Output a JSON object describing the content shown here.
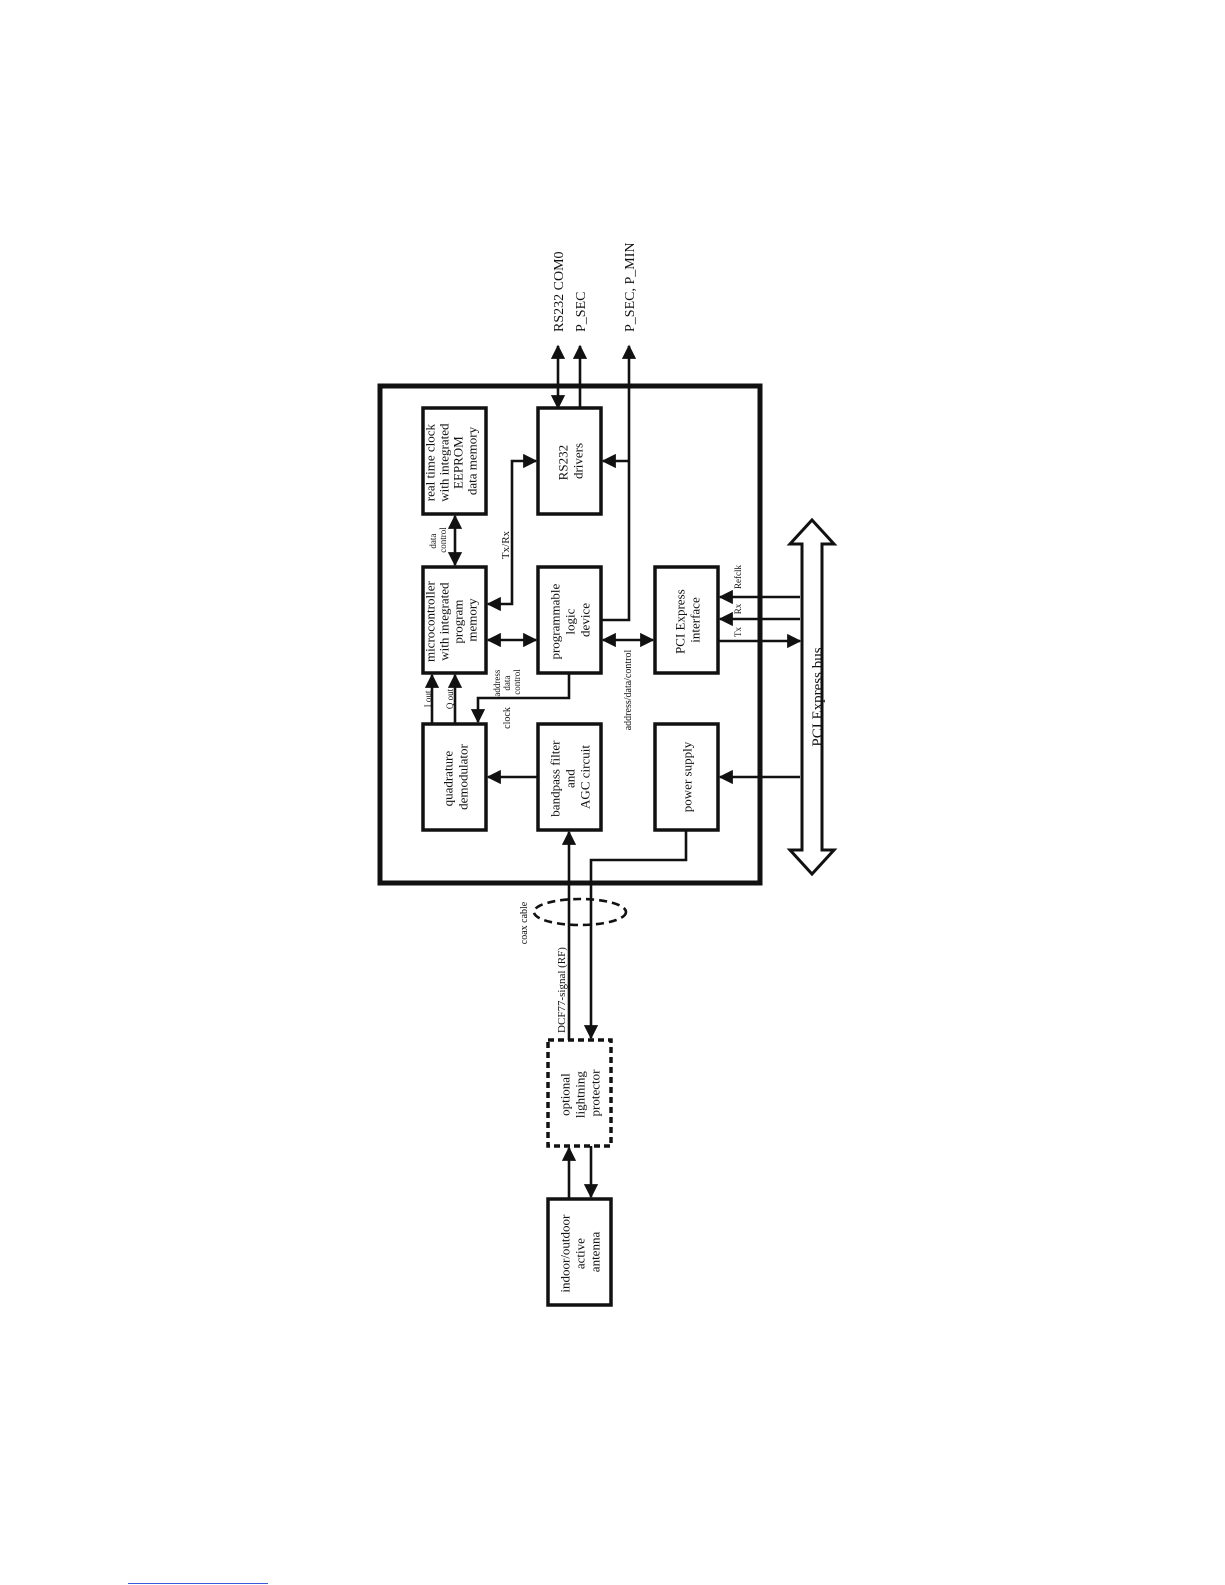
{
  "colors": {
    "ink": "#111111",
    "background": "#ffffff",
    "footer_rule": "#3b5bdb"
  },
  "blocks": {
    "rtc": [
      "real time clock",
      "with integrated",
      "EEPROM",
      "data memory"
    ],
    "rs232_drivers": [
      "RS232",
      "drivers"
    ],
    "microcontroller": [
      "microcontroller",
      "with integrated",
      "program",
      "memory"
    ],
    "pld": [
      "programmable",
      "logic",
      "device"
    ],
    "pcie_interface": [
      "PCI Express",
      "interface"
    ],
    "quadrature": [
      "quadrature",
      "demodulator"
    ],
    "bandpass": [
      "bandpass filter",
      "and",
      "AGC circuit"
    ],
    "power_supply": [
      "power supply"
    ],
    "lightning": [
      "optional",
      "lightning",
      "protector"
    ],
    "antenna": [
      "indoor/outdoor",
      "active",
      "antenna"
    ]
  },
  "outputs": {
    "com0": "RS232 COM0",
    "psec": "P_SEC",
    "psec_pmin": "P_SEC, P_MIN"
  },
  "labels": {
    "data_control": [
      "data",
      "control"
    ],
    "txrx": "Tx/Rx",
    "addr_data_control": [
      "address",
      "data",
      "control"
    ],
    "clock": "clock",
    "address_data_control": "address/data/control",
    "i_out": "I out",
    "q_out": "Q out",
    "tx": "Tx",
    "rx": "Rx",
    "refclk": "Refclk",
    "pcie_bus": "PCI Express bus",
    "coax_cable": "coax cable",
    "dcf77": "DCF77-signal (RF)"
  }
}
